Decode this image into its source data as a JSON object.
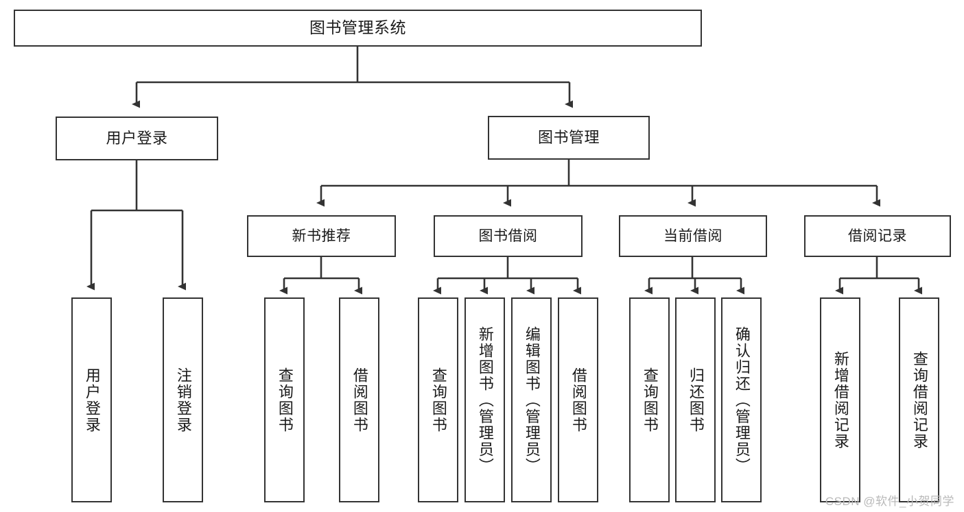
{
  "diagram": {
    "type": "tree-hierarchy",
    "title": "图书管理系统",
    "watermark": "CSDN @软件_小贺同学",
    "colors": {
      "box_border": "#333333",
      "box_fill": "#ffffff",
      "connector": "#333333",
      "text": "#1a1a1a",
      "watermark": "#b9b9b9"
    },
    "nodes": {
      "root": {
        "label": "图书管理系统",
        "level": 0
      },
      "level1": [
        {
          "id": "user-login",
          "label": "用户登录"
        },
        {
          "id": "book-management",
          "label": "图书管理"
        }
      ],
      "level2": [
        {
          "id": "new-book-recommend",
          "label": "新书推荐",
          "parent": "book-management"
        },
        {
          "id": "book-borrow",
          "label": "图书借阅",
          "parent": "book-management"
        },
        {
          "id": "current-borrow",
          "label": "当前借阅",
          "parent": "book-management"
        },
        {
          "id": "borrow-record",
          "label": "借阅记录",
          "parent": "book-management"
        }
      ],
      "leaves": [
        {
          "id": "leaf-user-login",
          "label": "用户登录",
          "parent": "user-login"
        },
        {
          "id": "leaf-logout-login",
          "label": "注销登录",
          "parent": "user-login"
        },
        {
          "id": "leaf-query-book-1",
          "label": "查询图书",
          "parent": "new-book-recommend"
        },
        {
          "id": "leaf-borrow-book-1",
          "label": "借阅图书",
          "parent": "new-book-recommend"
        },
        {
          "id": "leaf-query-book-2",
          "label": "查询图书",
          "parent": "book-borrow"
        },
        {
          "id": "leaf-add-book",
          "label": "新增图书（管理员）",
          "parent": "book-borrow"
        },
        {
          "id": "leaf-edit-book",
          "label": "编辑图书（管理员）",
          "parent": "book-borrow"
        },
        {
          "id": "leaf-borrow-book-2",
          "label": "借阅图书",
          "parent": "book-borrow"
        },
        {
          "id": "leaf-query-book-3",
          "label": "查询图书",
          "parent": "current-borrow"
        },
        {
          "id": "leaf-return-book",
          "label": "归还图书",
          "parent": "current-borrow"
        },
        {
          "id": "leaf-confirm-return",
          "label": "确认归还（管理员）",
          "parent": "current-borrow"
        },
        {
          "id": "leaf-add-record",
          "label": "新增借阅记录",
          "parent": "borrow-record"
        },
        {
          "id": "leaf-query-record",
          "label": "查询借阅记录",
          "parent": "borrow-record"
        }
      ]
    }
  }
}
